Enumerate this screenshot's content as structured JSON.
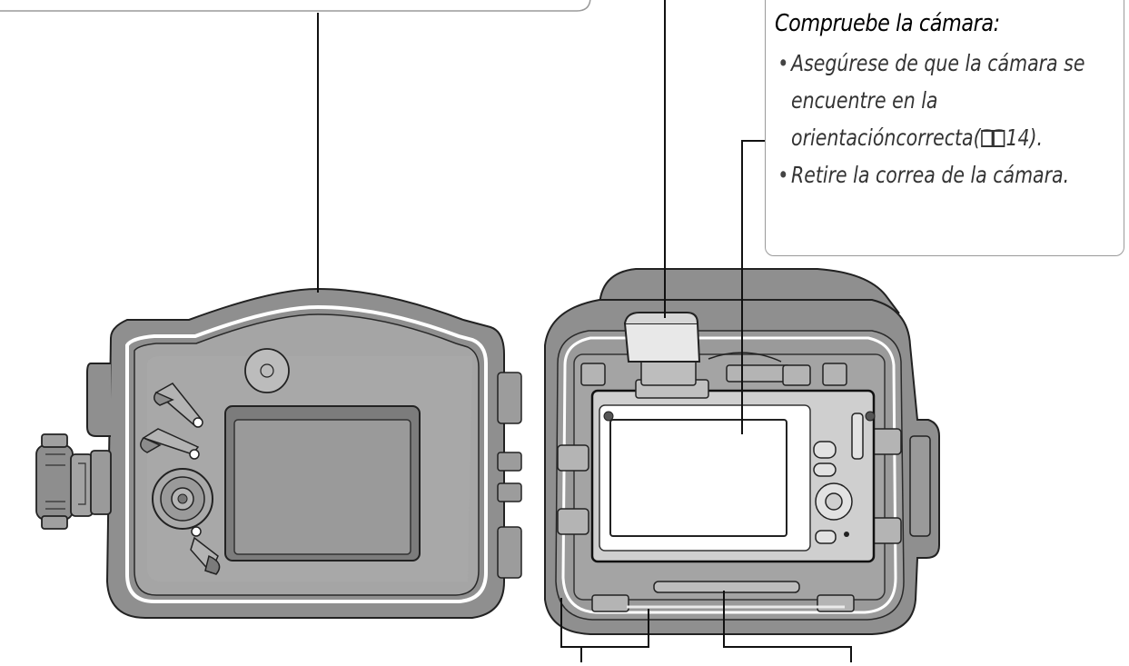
{
  "callout": {
    "title": "Compruebe la cámara",
    "title_suffix": ":",
    "items": [
      {
        "text_before": "Asegúrese de que la cámara se encuentre en la orientacióncorrecta(",
        "icon": "book-icon",
        "page_ref": "14",
        "text_after": ")."
      },
      {
        "text_before": "Retire la correa de la cámara.",
        "icon": "",
        "page_ref": "",
        "text_after": ""
      }
    ]
  },
  "colors": {
    "line": "#111111",
    "housing_fill": "#8f8f8f",
    "housing_dark": "#6e6e6e",
    "housing_light": "#c8c8c8",
    "panel_fill": "#d4d4d4"
  }
}
